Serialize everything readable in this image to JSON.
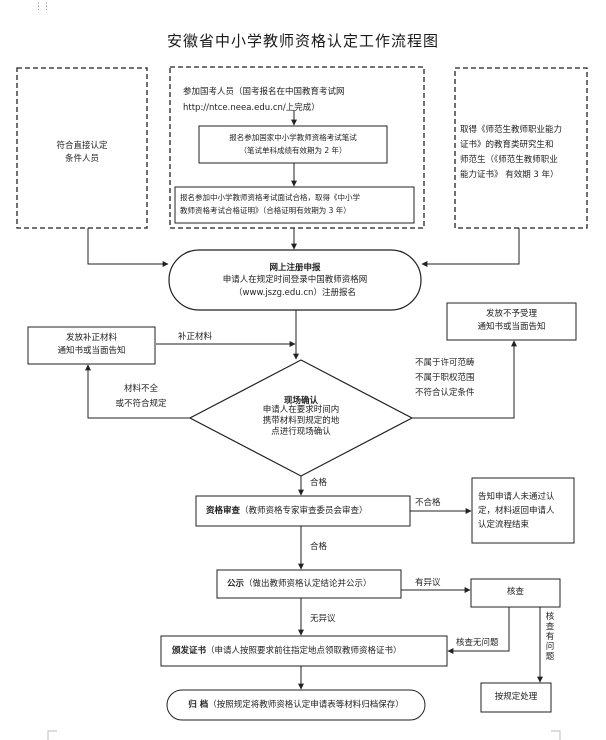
{
  "title": "安徽省中小学教师资格认定工作流程图",
  "nodes": {
    "direct": "符合直接认定\n条件人员",
    "exam_takers": "参加国考人员（国考报名在中国教育考试网\nhttp://ntce.neea.edu.cn/上完成）",
    "written_exam": "报名参加国家中小学教师资格考试笔试\n（笔试单科成绩有效期为 2 年）",
    "interview": "报名参加中小学教师资格考试面试合格，取得《中小学\n教师资格考试合格证明》（合格证明有效期为 3 年）",
    "teacher_students": "取得《师范生教师职业能力\n证书》的教育类研究生和\n师范生（《师范生教师职业\n能力证书》 有效期 3 年）",
    "online_title": "网上注册申报",
    "online_text": "申请人在规定时间登录中国教师资格网\n（www.jszg.edu.cn）注册报名",
    "supplement_notice": "发放补正材料\n通知书或当面告知",
    "reject_notice": "发放不予受理\n通知书或当面告知",
    "confirm_title": "现场确认",
    "confirm_text": "申请人在要求时间内\n携带材料到规定的地\n点进行现场确认",
    "review_bold": "资格审查",
    "review_text": "（教师资格专家审查委员会审查）",
    "fail_notice": "告知申请人未通过认\n定，材料返回申请人\n认定流程结束",
    "publicity_bold": "公示",
    "publicity_text": "（做出教师资格认定结论并公示）",
    "verify": "核查",
    "issue_bold": "颁发证书",
    "issue_text": "（申请人按照要求前往指定地点领取教师资格证书）",
    "archive_bold": "归  档",
    "archive_text": "（按照规定将教师资格认定申请表等材料归档保存）",
    "handle": "按规定处理"
  },
  "edge_labels": {
    "supplement": "补正材料",
    "incomplete": "材料不全\n或不符合规定",
    "not_eligible": "不属于许可范畴\n不属于职权范围\n不符合认定条件",
    "pass1": "合格",
    "fail": "不合格",
    "pass2": "合格",
    "objection": "有异议",
    "no_objection": "无异议",
    "verified_ok": "核查无问题",
    "verified_issue": "核查有问题"
  },
  "icons": {
    "drag_handle": "drag-handle-icon"
  }
}
